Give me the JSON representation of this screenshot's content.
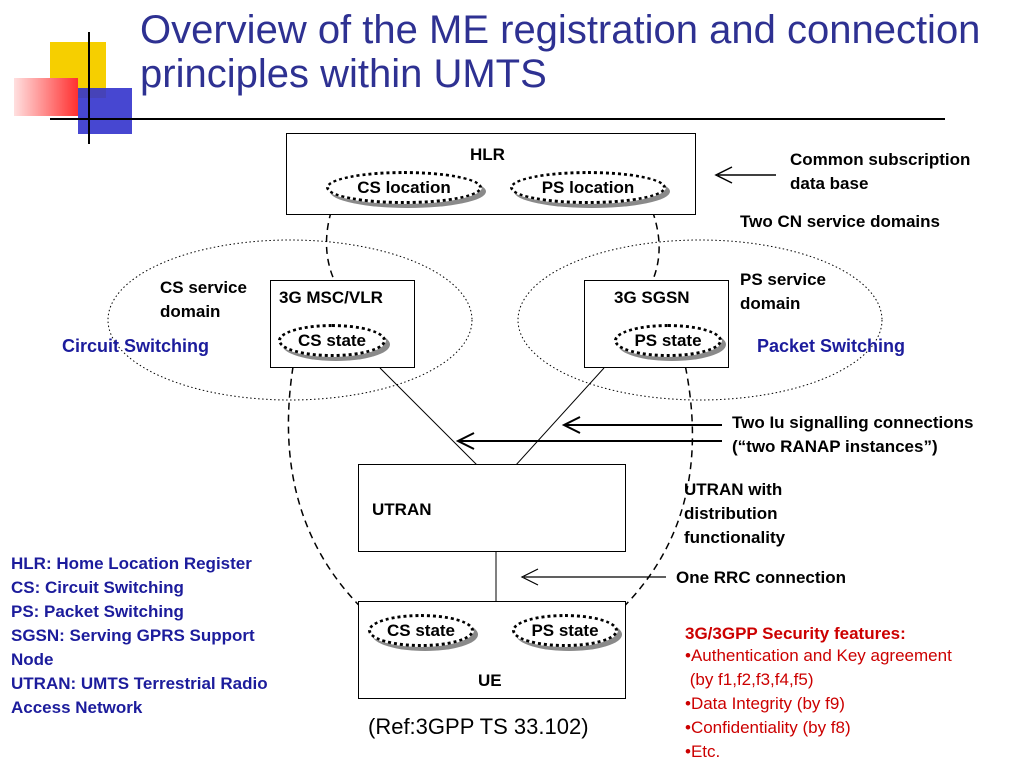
{
  "title": "Overview of the ME registration and connection principles within UMTS",
  "hlr": {
    "label": "HLR",
    "cs_location": "CS location",
    "ps_location": "PS location"
  },
  "msc": {
    "label": "3G MSC/VLR",
    "state": "CS state"
  },
  "sgsn": {
    "label": "3G SGSN",
    "state": "PS state"
  },
  "utran": {
    "label": "UTRAN"
  },
  "ue": {
    "label": "UE",
    "cs_state": "CS state",
    "ps_state": "PS state"
  },
  "annotations": {
    "common_subscription": [
      "Common subscription",
      "data base"
    ],
    "two_cn_domains": "Two CN service domains",
    "cs_service_domain": [
      "CS service",
      "domain"
    ],
    "ps_service_domain": [
      "PS service",
      "domain"
    ],
    "circuit_switching": "Circuit Switching",
    "packet_switching": "Packet Switching",
    "iu_connections": [
      "Two Iu signalling connections",
      "(“two RANAP instances”)"
    ],
    "utran_distribution": [
      "UTRAN with",
      "distribution",
      "functionality"
    ],
    "rrc_connection": "One RRC connection"
  },
  "legend": [
    "HLR: Home Location Register",
    "CS: Circuit Switching",
    "PS: Packet Switching",
    "SGSN: Serving GPRS Support",
    "Node",
    "UTRAN: UMTS Terrestrial Radio",
    "Access Network"
  ],
  "security": {
    "title": "3G/3GPP Security features:",
    "items": [
      "•Authentication and Key agreement",
      " (by f1,f2,f3,f4,f5)",
      "•Data Integrity (by f9)",
      "•Confidentiality (by f8)",
      "•Etc."
    ]
  },
  "reference": "(Ref:3GPP TS 33.102)",
  "colors": {
    "title": "#2e3192",
    "blue_text": "#1c1c9c",
    "red_text": "#cc0000"
  }
}
